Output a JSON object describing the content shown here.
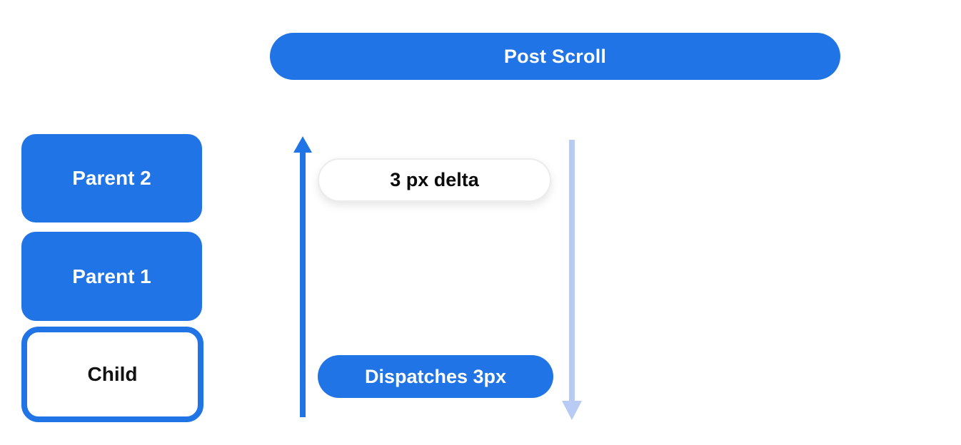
{
  "diagram": {
    "title_pill": {
      "label": "Post Scroll"
    },
    "nodes": {
      "parent2": {
        "label": "Parent 2"
      },
      "parent1": {
        "label": "Parent 1"
      },
      "child": {
        "label": "Child"
      }
    },
    "annotations": {
      "delta": {
        "label": "3 px delta"
      },
      "dispatch": {
        "label": "Dispatches 3px"
      }
    },
    "arrows": {
      "up": {
        "direction": "up",
        "style": "solid-blue"
      },
      "down": {
        "direction": "down",
        "style": "light-blue"
      }
    },
    "colors": {
      "primary_blue": "#2074E6",
      "light_blue": "#B7CBF4",
      "background": "#FFFFFF",
      "text_on_blue": "#FFFFFF",
      "text_dark": "#0B0B0B"
    }
  }
}
